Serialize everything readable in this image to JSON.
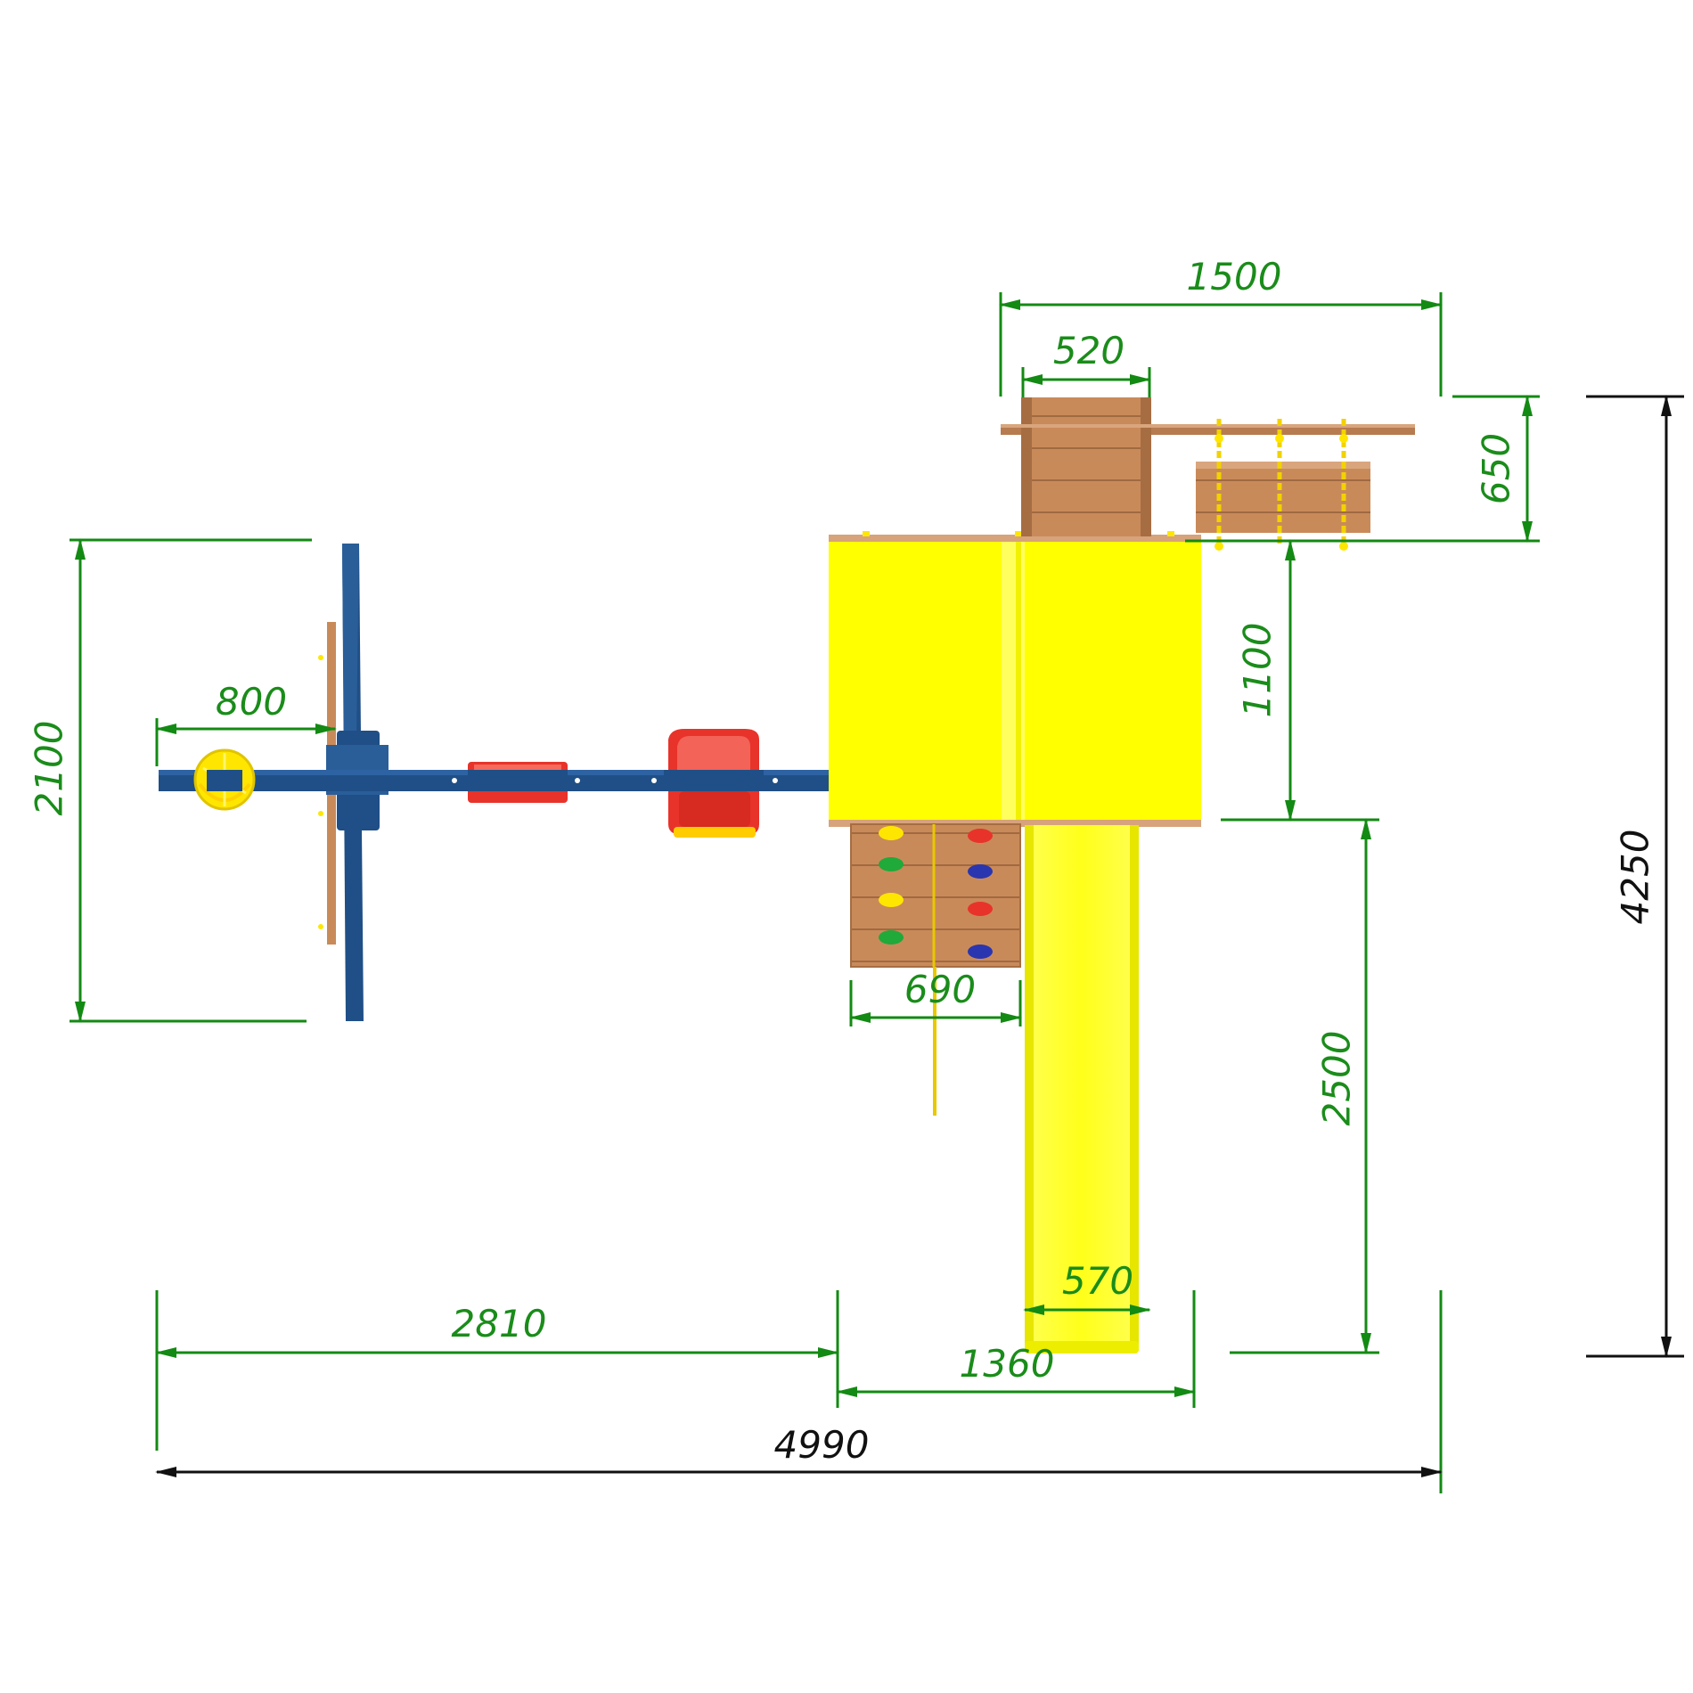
{
  "colors": {
    "dimension_green": "#138a13",
    "dimension_black": "#111111",
    "beam_blue": "#1f4f86",
    "tower_yellow": "#ffff00",
    "slide_yellow": "#ffff14",
    "seat_red": "#e8332a",
    "wood": "#c98a5a",
    "disc_yellow": "#ffe600"
  },
  "dimensions": {
    "d1500": "1500",
    "d520": "520",
    "d650": "650",
    "d1100": "1100",
    "d4250": "4250",
    "d2100": "2100",
    "d800": "800",
    "d690": "690",
    "d2500": "2500",
    "d570": "570",
    "d2810": "2810",
    "d1360": "1360",
    "d4990": "4990"
  }
}
